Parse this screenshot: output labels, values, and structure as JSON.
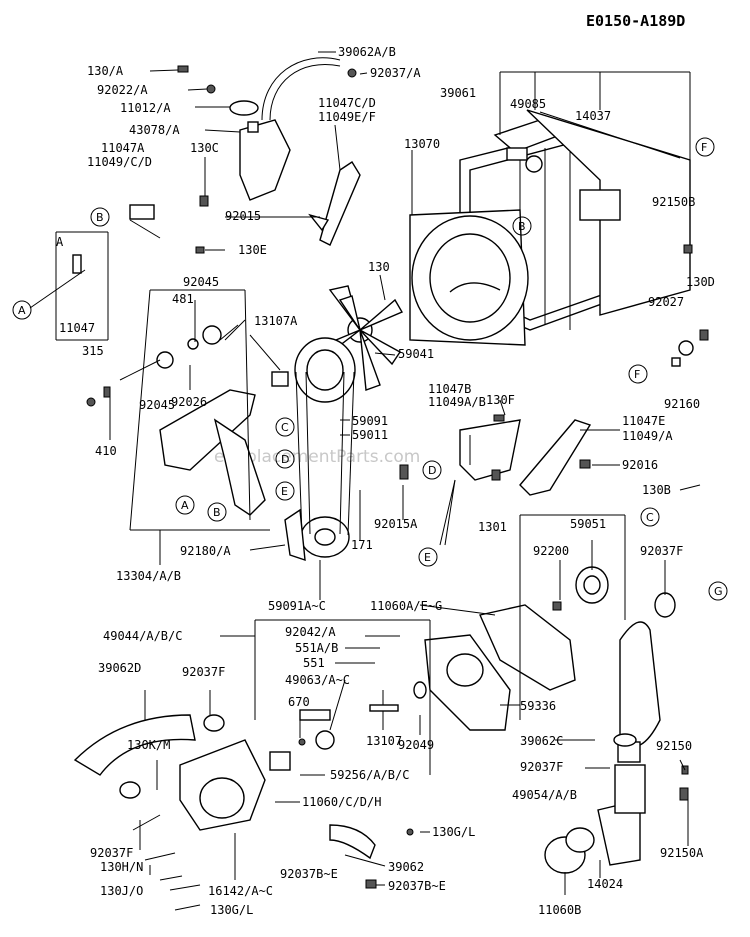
{
  "diagram_code": "E0150-A189D",
  "watermark": "eReplacementParts.com",
  "callout_letters": [
    "A",
    "B",
    "C",
    "D",
    "E",
    "F",
    "G"
  ],
  "labels": [
    "130/A",
    "92022/A",
    "11012/A",
    "43078/A",
    "11047A",
    "11049/C/D",
    "130C",
    "39062A/B",
    "92037/A",
    "39061",
    "49085",
    "14037",
    "11047C/D",
    "11049E/F",
    "13070",
    "92015",
    "92150B",
    "A",
    "11047",
    "130E",
    "130",
    "130D",
    "92027",
    "92045",
    "481",
    "13107A",
    "315",
    "92026",
    "92045",
    "410",
    "59041",
    "59091",
    "59011",
    "92160",
    "130F",
    "11047B",
    "11049A/B",
    "11047E",
    "11049/A",
    "92016",
    "130B",
    "1301",
    "92015A",
    "171",
    "92180/A",
    "13304/A/B",
    "59051",
    "92200",
    "92037F",
    "59091A~C",
    "11060A/E~G",
    "49044/A/B/C",
    "92042/A",
    "551A/B",
    "551",
    "49063/A~C",
    "670",
    "13107",
    "92049",
    "59336",
    "39062D",
    "92037F",
    "130K/M",
    "59256/A/B/C",
    "39062C",
    "92150",
    "92037F",
    "11060/C/D/H",
    "49054/A/B",
    "130G/L",
    "92037F",
    "130H/N",
    "92037B~E",
    "39062",
    "92150A",
    "130J/O",
    "16142/A~C",
    "92037B~E",
    "14024",
    "130G/L",
    "11060B"
  ]
}
